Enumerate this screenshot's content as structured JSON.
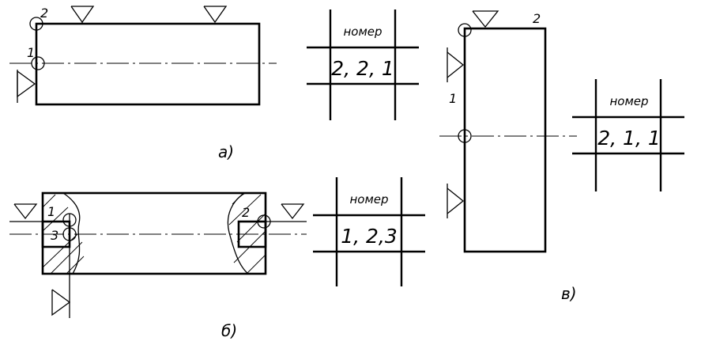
{
  "figure_a": {
    "caption": "а)",
    "point_labels": [
      "1",
      "2"
    ],
    "table": {
      "header": "номер",
      "value": "2, 2, 1"
    }
  },
  "figure_b": {
    "caption": "б)",
    "point_labels": [
      "1",
      "2",
      "3"
    ],
    "table": {
      "header": "номер",
      "value": "1, 2,3"
    }
  },
  "figure_v": {
    "caption": "в)",
    "point_labels": [
      "1",
      "2"
    ],
    "table": {
      "header": "номер",
      "value": "2, 1, 1"
    }
  }
}
